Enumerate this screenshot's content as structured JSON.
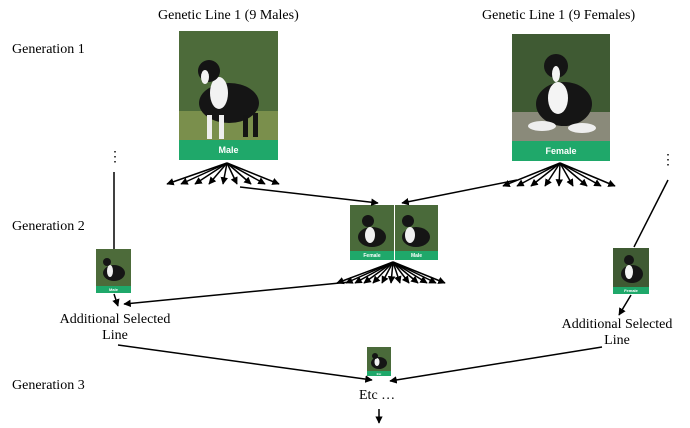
{
  "titles": {
    "line_males": "Genetic Line 1 (9 Males)",
    "line_females": "Genetic Line 1 (9 Females)"
  },
  "generations": {
    "gen1": "Generation 1",
    "gen2": "Generation 2",
    "gen3": "Generation 3"
  },
  "labels": {
    "additional_left_1": "Additional Selected",
    "additional_left_2": "Line",
    "additional_right_1": "Additional Selected",
    "additional_right_2": "Line",
    "etc": "Etc …",
    "ellipsis_left": "⋮",
    "ellipsis_right": "⋮"
  },
  "badges": {
    "male": "Male",
    "female": "Female",
    "pair_female": "Female",
    "pair_male": "Male",
    "small_left": "Male",
    "small_right": "Female",
    "gen3": "Etc"
  },
  "colors": {
    "badge_green": "#1fa86a",
    "arrow": "#000000"
  }
}
